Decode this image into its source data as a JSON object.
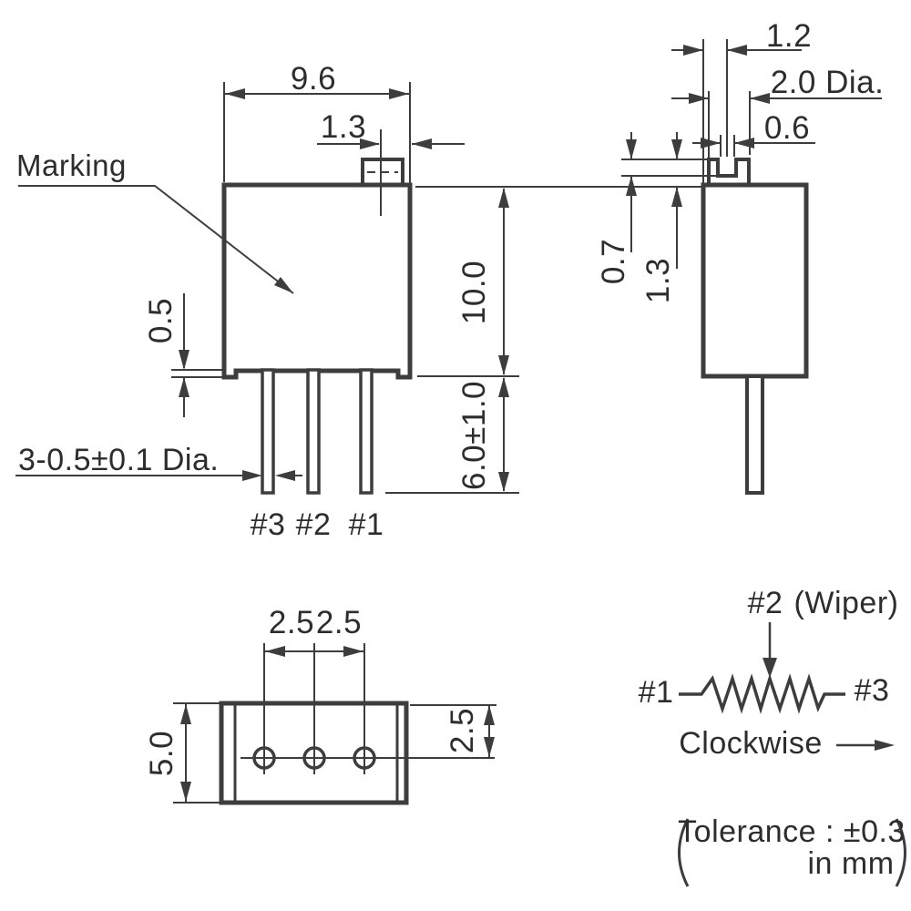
{
  "front": {
    "marking": "Marking",
    "width": "9.6",
    "screw_offset": "1.3",
    "height": "10.0",
    "pin_length": "6.0±1.0",
    "standoff": "0.5",
    "pin_dia": "3-0.5±0.1 Dia.",
    "pin_labels": [
      "#3",
      "#2",
      "#1"
    ]
  },
  "side": {
    "screw_center": "1.2",
    "screw_dia": "2.0 Dia.",
    "slot_width": "0.6",
    "slot_depth": "0.7",
    "head_height": "1.3"
  },
  "bottom": {
    "pitch_left": "2.5",
    "pitch_right": "2.5",
    "depth": "5.0",
    "row_offset": "2.5"
  },
  "schematic": {
    "wiper_pin": "#2",
    "wiper_note": "(Wiper)",
    "pin_left": "#1",
    "pin_right": "#3",
    "rotation": "Clockwise",
    "tolerance": "Tolerance : ±0.3",
    "units": "in mm"
  },
  "colors": {
    "line": "#3d3d3d",
    "text": "#2d2d2d",
    "background": "#ffffff"
  }
}
